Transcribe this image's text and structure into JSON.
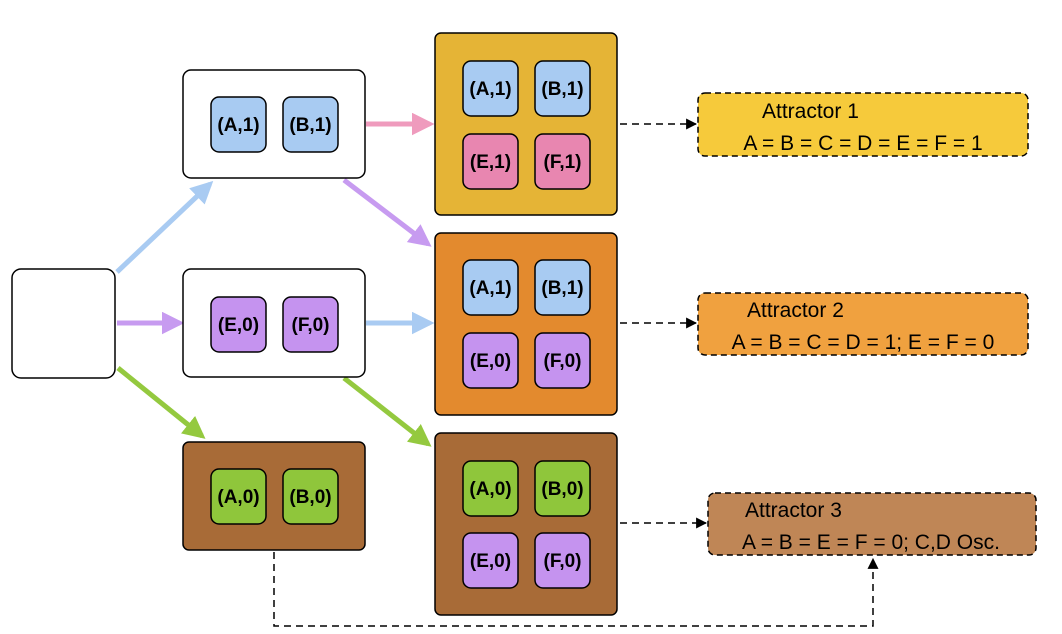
{
  "colors": {
    "blue": "#a8cbf2",
    "pink": "#e886b0",
    "purple": "#c593ef",
    "green": "#8fc63b",
    "gold": "#e5b436",
    "orange": "#e38a2e",
    "brown": "#a86b37",
    "attractor1": "#f6ca3b",
    "attractor2": "#f0a13f",
    "attractor3": "#bf8656",
    "pink_arrow": "#ef9bbd",
    "purple_arrow": "#c79bf0",
    "blue_arrow": "#a9cbf2",
    "green_arrow": "#94c93f"
  },
  "level1": {
    "top": {
      "tiles": [
        "(A,1)",
        "(B,1)"
      ]
    },
    "middle": {
      "tiles": [
        "(E,0)",
        "(F,0)"
      ]
    },
    "bottom": {
      "tiles": [
        "(A,0)",
        "(B,0)"
      ]
    }
  },
  "level2": {
    "gold": {
      "tiles": [
        "(A,1)",
        "(B,1)",
        "(E,1)",
        "(F,1)"
      ]
    },
    "orange": {
      "tiles": [
        "(A,1)",
        "(B,1)",
        "(E,0)",
        "(F,0)"
      ]
    },
    "brown": {
      "tiles": [
        "(A,0)",
        "(B,0)",
        "(E,0)",
        "(F,0)"
      ]
    }
  },
  "attractors": {
    "a1": {
      "title": "Attractor 1",
      "rule": "A = B = C = D = E = F = 1"
    },
    "a2": {
      "title": "Attractor 2",
      "rule": "A = B = C = D = 1; E = F = 0"
    },
    "a3": {
      "title": "Attractor 3",
      "rule": "A = B = E = F = 0; C,D Osc."
    }
  }
}
